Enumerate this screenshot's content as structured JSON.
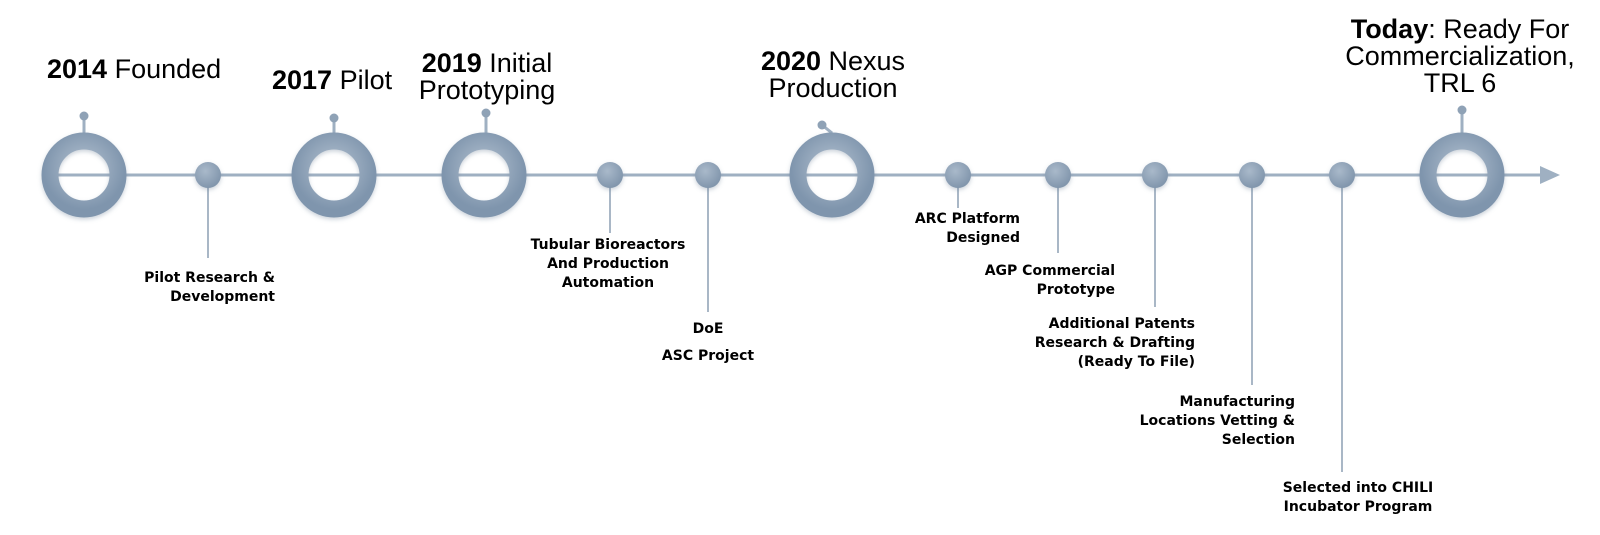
{
  "colors": {
    "axis": "#9fb0c2",
    "ring": "#8a9eb4",
    "ring_highlight": "#a8b8c9",
    "dot": "#8fa2b6",
    "stem": "#a9b7c6",
    "text": "#000000"
  },
  "major_milestones": [
    {
      "year": "2014",
      "text": " Founded"
    },
    {
      "year": "2017",
      "text": " Pilot"
    },
    {
      "year": "2019",
      "text": " Initial",
      "line2": "Prototyping"
    },
    {
      "year": "2020",
      "text": " Nexus",
      "line2": "Production"
    },
    {
      "year": "Today",
      "text": ": Ready For",
      "line2": "Commercialization,",
      "line3": "TRL 6"
    }
  ],
  "minor_milestones": [
    {
      "lines": [
        "Pilot Research &",
        "Development"
      ]
    },
    {
      "lines": [
        "Tubular Bioreactors",
        "And Production",
        "Automation"
      ]
    },
    {
      "lines": [
        "DoE",
        "ASC Project"
      ]
    },
    {
      "lines": [
        "ARC Platform",
        "Designed"
      ]
    },
    {
      "lines": [
        "AGP Commercial",
        "Prototype"
      ]
    },
    {
      "lines": [
        "Additional Patents",
        "Research & Drafting",
        "(Ready To File)"
      ]
    },
    {
      "lines": [
        "Manufacturing",
        "Locations Vetting &",
        "Selection"
      ]
    },
    {
      "lines": [
        "Selected into CHILI",
        "Incubator Program"
      ]
    }
  ]
}
